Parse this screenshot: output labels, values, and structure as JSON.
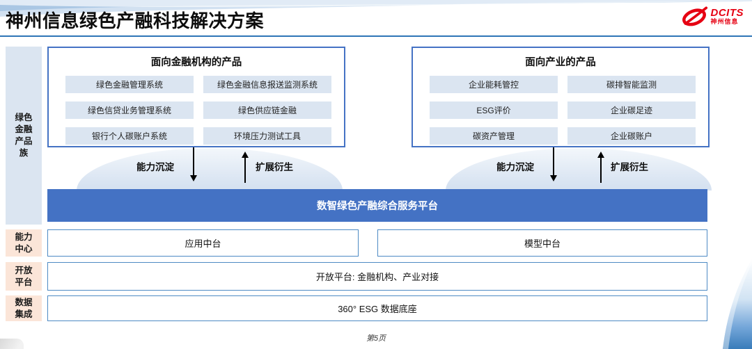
{
  "slide": {
    "title": "神州信息绿色产融科技解决方案",
    "page_label": "第5页"
  },
  "logo": {
    "name": "DCITS",
    "subname": "神州信息"
  },
  "sidebar": {
    "family_label": "绿色金融产品族",
    "rows": [
      {
        "label": "能力中心"
      },
      {
        "label": "开放平台"
      },
      {
        "label": "数据集成"
      }
    ]
  },
  "product_groups": [
    {
      "title": "面向金融机构的产品",
      "items": [
        "绿色金融管理系统",
        "绿色金融信息报送监测系统",
        "绿色信贷业务管理系统",
        "绿色供应链金融",
        "银行个人碳账户系统",
        "环境压力测试工具"
      ]
    },
    {
      "title": "面向产业的产品",
      "items": [
        "企业能耗管控",
        "碳排智能监测",
        "ESG评价",
        "企业碳足迹",
        "碳资产管理",
        "企业碳账户"
      ]
    }
  ],
  "arrows": {
    "down_label": "能力沉淀",
    "up_label": "扩展衍生"
  },
  "platform_bar": {
    "label": "数智绿色产融综合服务平台"
  },
  "middle_row": {
    "items": [
      "应用中台",
      "模型中台"
    ]
  },
  "open_row": {
    "label": "开放平台: 金融机构、产业对接"
  },
  "data_row": {
    "label": "360° ESG 数据底座"
  },
  "colors": {
    "accent_blue": "#4472c4",
    "line_blue": "#2e75b6",
    "light_blue": "#dbe5f1",
    "peach": "#fbe5d8",
    "logo_red": "#e60012"
  }
}
